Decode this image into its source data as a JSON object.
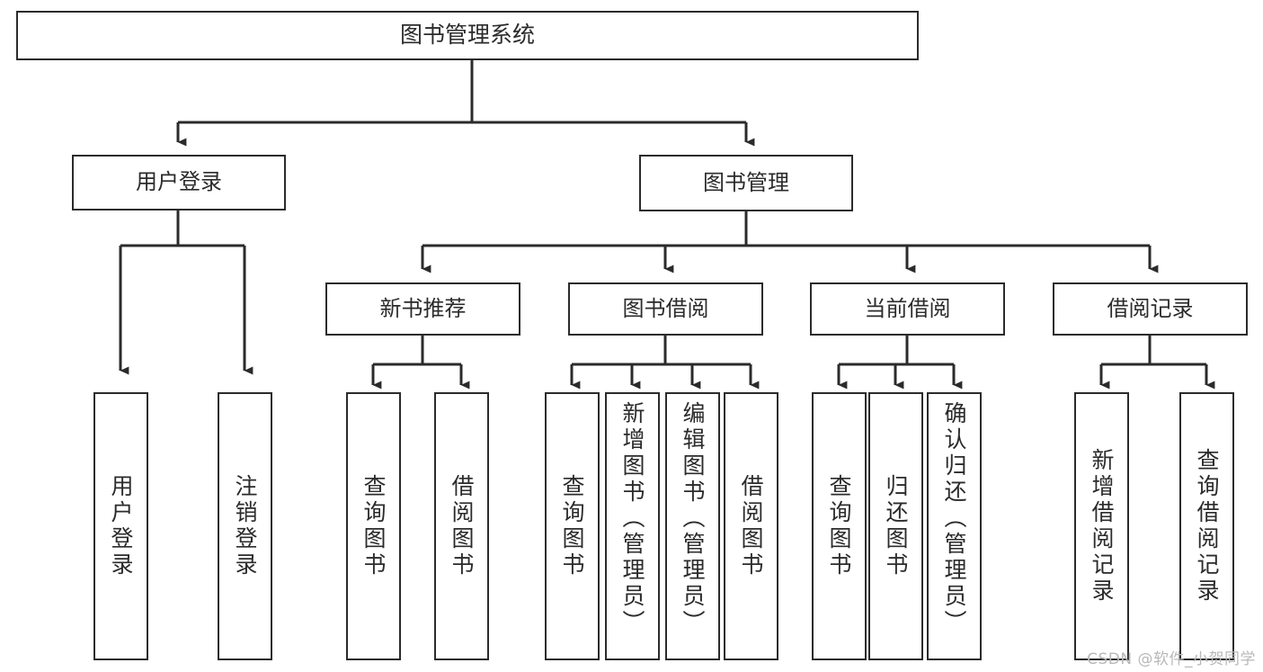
{
  "diagram": {
    "type": "tree-hierarchy-flowchart",
    "title": "图书管理系统",
    "watermark": "CSDN @软件_小贺同学",
    "colors": {
      "stroke": "#2b2b2b",
      "fill": "#ffffff",
      "background": "#ffffff",
      "watermark": "#b8b8b8"
    },
    "nodes": {
      "root": {
        "label": "图书管理系统",
        "level": 1
      },
      "level2": [
        {
          "id": "user-login",
          "label": "用户登录"
        },
        {
          "id": "book-management",
          "label": "图书管理"
        }
      ],
      "level3": [
        {
          "id": "new-book-recommend",
          "label": "新书推荐",
          "parent": "book-management"
        },
        {
          "id": "book-borrow",
          "label": "图书借阅",
          "parent": "book-management"
        },
        {
          "id": "current-borrow",
          "label": "当前借阅",
          "parent": "book-management"
        },
        {
          "id": "borrow-record",
          "label": "借阅记录",
          "parent": "book-management"
        }
      ],
      "leaves": [
        {
          "id": "leaf-user-login",
          "label": "用户登录",
          "parent": "user-login"
        },
        {
          "id": "leaf-logout-login",
          "label": "注销登录",
          "parent": "user-login"
        },
        {
          "id": "leaf-query-book-1",
          "label": "查询图书",
          "parent": "new-book-recommend"
        },
        {
          "id": "leaf-borrow-book-1",
          "label": "借阅图书",
          "parent": "new-book-recommend"
        },
        {
          "id": "leaf-query-book-2",
          "label": "查询图书",
          "parent": "book-borrow"
        },
        {
          "id": "leaf-add-book",
          "label": "新增图书（管理员）",
          "parent": "book-borrow"
        },
        {
          "id": "leaf-edit-book",
          "label": "编辑图书（管理员）",
          "parent": "book-borrow"
        },
        {
          "id": "leaf-borrow-book-2",
          "label": "借阅图书",
          "parent": "book-borrow"
        },
        {
          "id": "leaf-query-book-3",
          "label": "查询图书",
          "parent": "current-borrow"
        },
        {
          "id": "leaf-return-book",
          "label": "归还图书",
          "parent": "current-borrow"
        },
        {
          "id": "leaf-confirm-return",
          "label": "确认归还（管理员）",
          "parent": "current-borrow"
        },
        {
          "id": "leaf-add-record",
          "label": "新增借阅记录",
          "parent": "borrow-record"
        },
        {
          "id": "leaf-query-record",
          "label": "查询借阅记录",
          "parent": "borrow-record"
        }
      ]
    }
  }
}
